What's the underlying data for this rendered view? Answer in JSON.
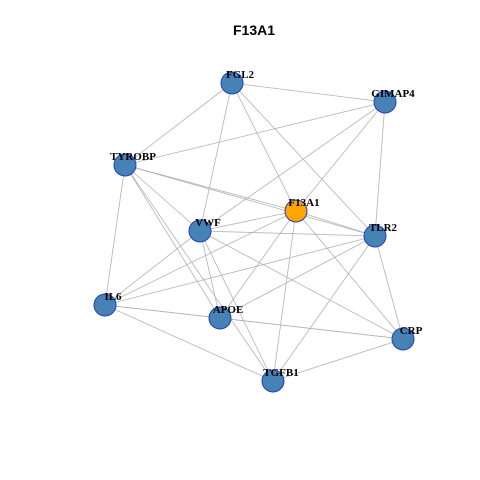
{
  "title": "F13A1",
  "colors": {
    "default_node": "#4682b4",
    "focus_node": "#ffa500",
    "node_border": "#1f3fbf",
    "edge": "#b3b3b3"
  },
  "nodes": [
    {
      "id": "FGL2",
      "label": "FGL2",
      "focus": false
    },
    {
      "id": "GIMAP4",
      "label": "GIMAP4",
      "focus": false
    },
    {
      "id": "TYROBP",
      "label": "TYROBP",
      "focus": false
    },
    {
      "id": "F13A1",
      "label": "F13A1",
      "focus": true
    },
    {
      "id": "VWF",
      "label": "VWF",
      "focus": false
    },
    {
      "id": "TLR2",
      "label": "TLR2",
      "focus": false
    },
    {
      "id": "IL6",
      "label": "IL6",
      "focus": false
    },
    {
      "id": "APOE",
      "label": "APOE",
      "focus": false
    },
    {
      "id": "CRP",
      "label": "CRP",
      "focus": false
    },
    {
      "id": "TGFB1",
      "label": "TGFB1",
      "focus": false
    }
  ],
  "edges": [
    [
      "FGL2",
      "GIMAP4"
    ],
    [
      "FGL2",
      "TYROBP"
    ],
    [
      "FGL2",
      "VWF"
    ],
    [
      "FGL2",
      "F13A1"
    ],
    [
      "FGL2",
      "TLR2"
    ],
    [
      "GIMAP4",
      "TYROBP"
    ],
    [
      "GIMAP4",
      "VWF"
    ],
    [
      "GIMAP4",
      "F13A1"
    ],
    [
      "GIMAP4",
      "TLR2"
    ],
    [
      "TYROBP",
      "F13A1"
    ],
    [
      "TYROBP",
      "TLR2"
    ],
    [
      "TYROBP",
      "VWF"
    ],
    [
      "TYROBP",
      "IL6"
    ],
    [
      "TYROBP",
      "APOE"
    ],
    [
      "TYROBP",
      "TGFB1"
    ],
    [
      "F13A1",
      "VWF"
    ],
    [
      "F13A1",
      "TLR2"
    ],
    [
      "F13A1",
      "IL6"
    ],
    [
      "F13A1",
      "APOE"
    ],
    [
      "F13A1",
      "TGFB1"
    ],
    [
      "F13A1",
      "CRP"
    ],
    [
      "VWF",
      "TLR2"
    ],
    [
      "VWF",
      "IL6"
    ],
    [
      "VWF",
      "APOE"
    ],
    [
      "VWF",
      "TGFB1"
    ],
    [
      "VWF",
      "CRP"
    ],
    [
      "TLR2",
      "IL6"
    ],
    [
      "TLR2",
      "APOE"
    ],
    [
      "TLR2",
      "TGFB1"
    ],
    [
      "TLR2",
      "CRP"
    ],
    [
      "IL6",
      "APOE"
    ],
    [
      "IL6",
      "CRP"
    ],
    [
      "IL6",
      "TGFB1"
    ],
    [
      "APOE",
      "CRP"
    ],
    [
      "TGFB1",
      "CRP"
    ]
  ]
}
